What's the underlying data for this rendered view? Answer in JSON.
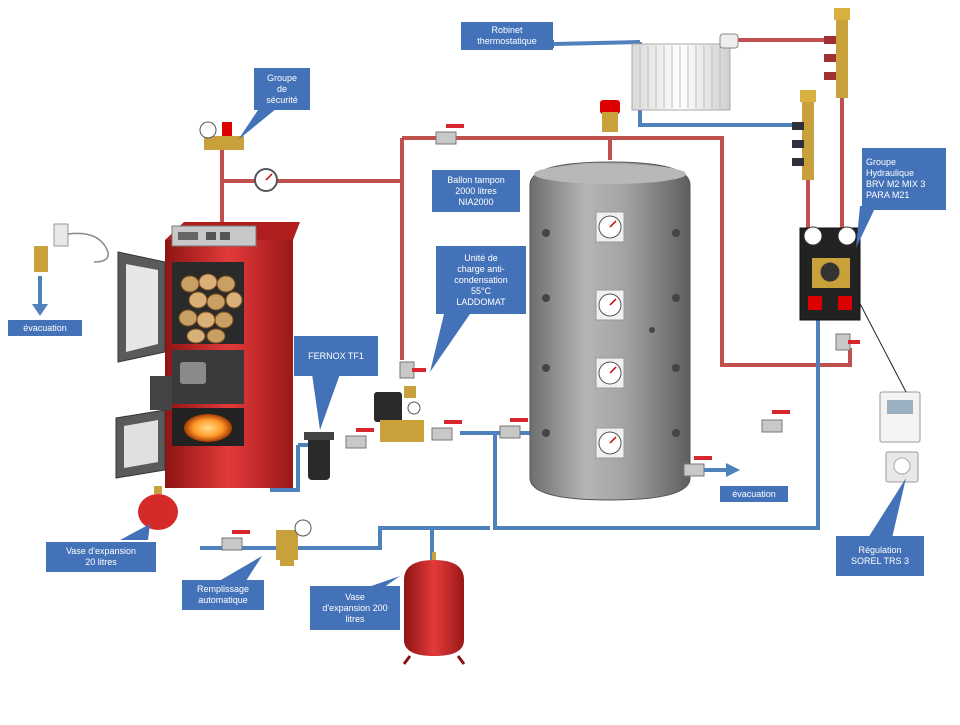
{
  "labels": {
    "robinet": "Robinet\nthermostatique",
    "groupe_securite": "Groupe\nde\nsécurité",
    "evacuation_left": "évacuation",
    "ballon": "Ballon tampon\n2000 litres\nNIA2000",
    "unite_charge": "Unité de\ncharge anti-\ncondensation\n55°C\nLADDOMAT",
    "fernox": "FERNOX TF1",
    "groupe_hydraulique": "Groupe\nHydraulique\nBRV M2 MIX 3\nPARA M21",
    "evacuation_right": "évacuation",
    "vase20": "Vase d'expansion\n20 litres",
    "remplissage": "Remplissage\nautomatique",
    "vase200": "Vase\nd'expansion 200\nlitres",
    "regulation": "Régulation\nSOREL TRS 3"
  },
  "colors": {
    "hot_pipe": "#c0504d",
    "cold_pipe": "#4f81bd",
    "callout_bg": "#4472b8",
    "boiler_red": "#d42a2a",
    "tank_grey": "#9a9a9a",
    "valve_red": "#d9262e",
    "brass": "#c8a13a"
  }
}
